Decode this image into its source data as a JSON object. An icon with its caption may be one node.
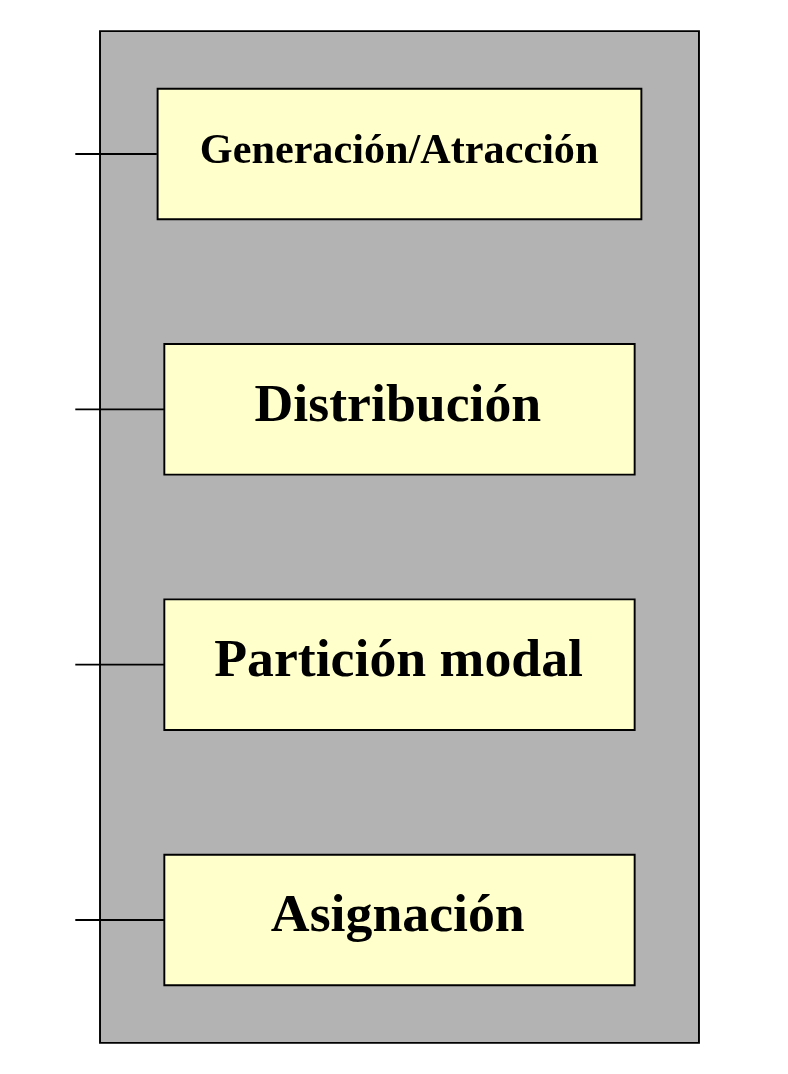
{
  "diagram": {
    "nodes": [
      {
        "text": [],
        "shape": "box"
      },
      {
        "text": [
          "Generación/Atracción"
        ],
        "in": 0
      },
      {
        "text": [
          "Distribución"
        ],
        "in": 0
      },
      {
        "text": [
          "Partición modal"
        ],
        "in": 0
      },
      {
        "text": [
          "Asignación"
        ],
        "in": 0
      }
    ],
    "edges": [
      {
        "from": null,
        "to": 1,
        "arrow": "none"
      },
      {
        "from": null,
        "to": 2,
        "arrow": "none"
      },
      {
        "from": null,
        "to": 3,
        "arrow": "none"
      },
      {
        "from": null,
        "to": 4,
        "arrow": "none"
      }
    ]
  }
}
